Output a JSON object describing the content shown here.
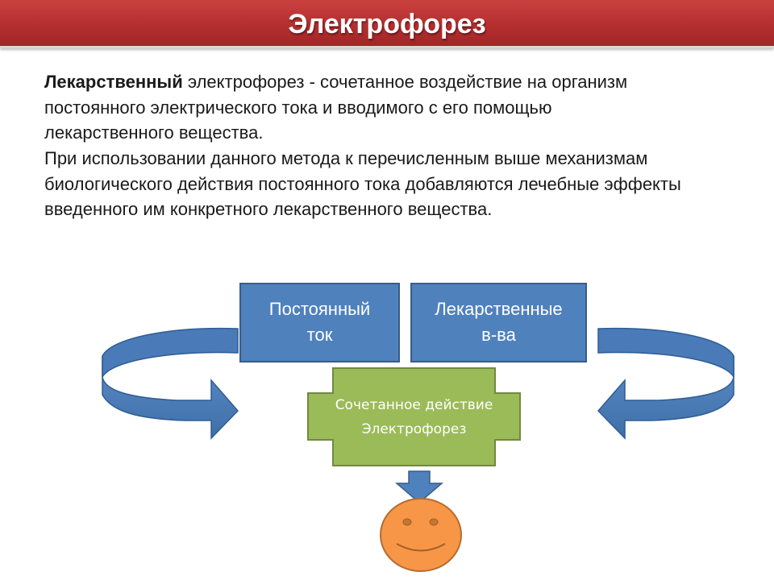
{
  "slide": {
    "title": "Электрофорез",
    "paragraph1_bold": "Лекарственный",
    "paragraph1_rest": " электрофорез - сочетанное воздействие на организм постоянного электрического тока и вводимого с его помощью лекарственного вещества.",
    "paragraph2": "При использовании данного метода к перечисленным выше механизмам биологического действия постоянного тока добавляются лечебные эффекты введенного им конкретного лекарственного вещества."
  },
  "diagram": {
    "box_current": {
      "line1": "Постоянный",
      "line2": "ток"
    },
    "box_drugs": {
      "line1": "Лекарственные",
      "line2": "в-ва"
    },
    "box_combined": {
      "line1": "Сочетанное действие",
      "line2": "Электрофорез"
    },
    "colors": {
      "blue_box": "#4f81bd",
      "blue_border": "#385d8a",
      "green_box": "#9bbb59",
      "green_border": "#71893f",
      "smiley": "#f79646",
      "arrow": "#4f81bd",
      "title_bar": "#b52f30"
    }
  }
}
